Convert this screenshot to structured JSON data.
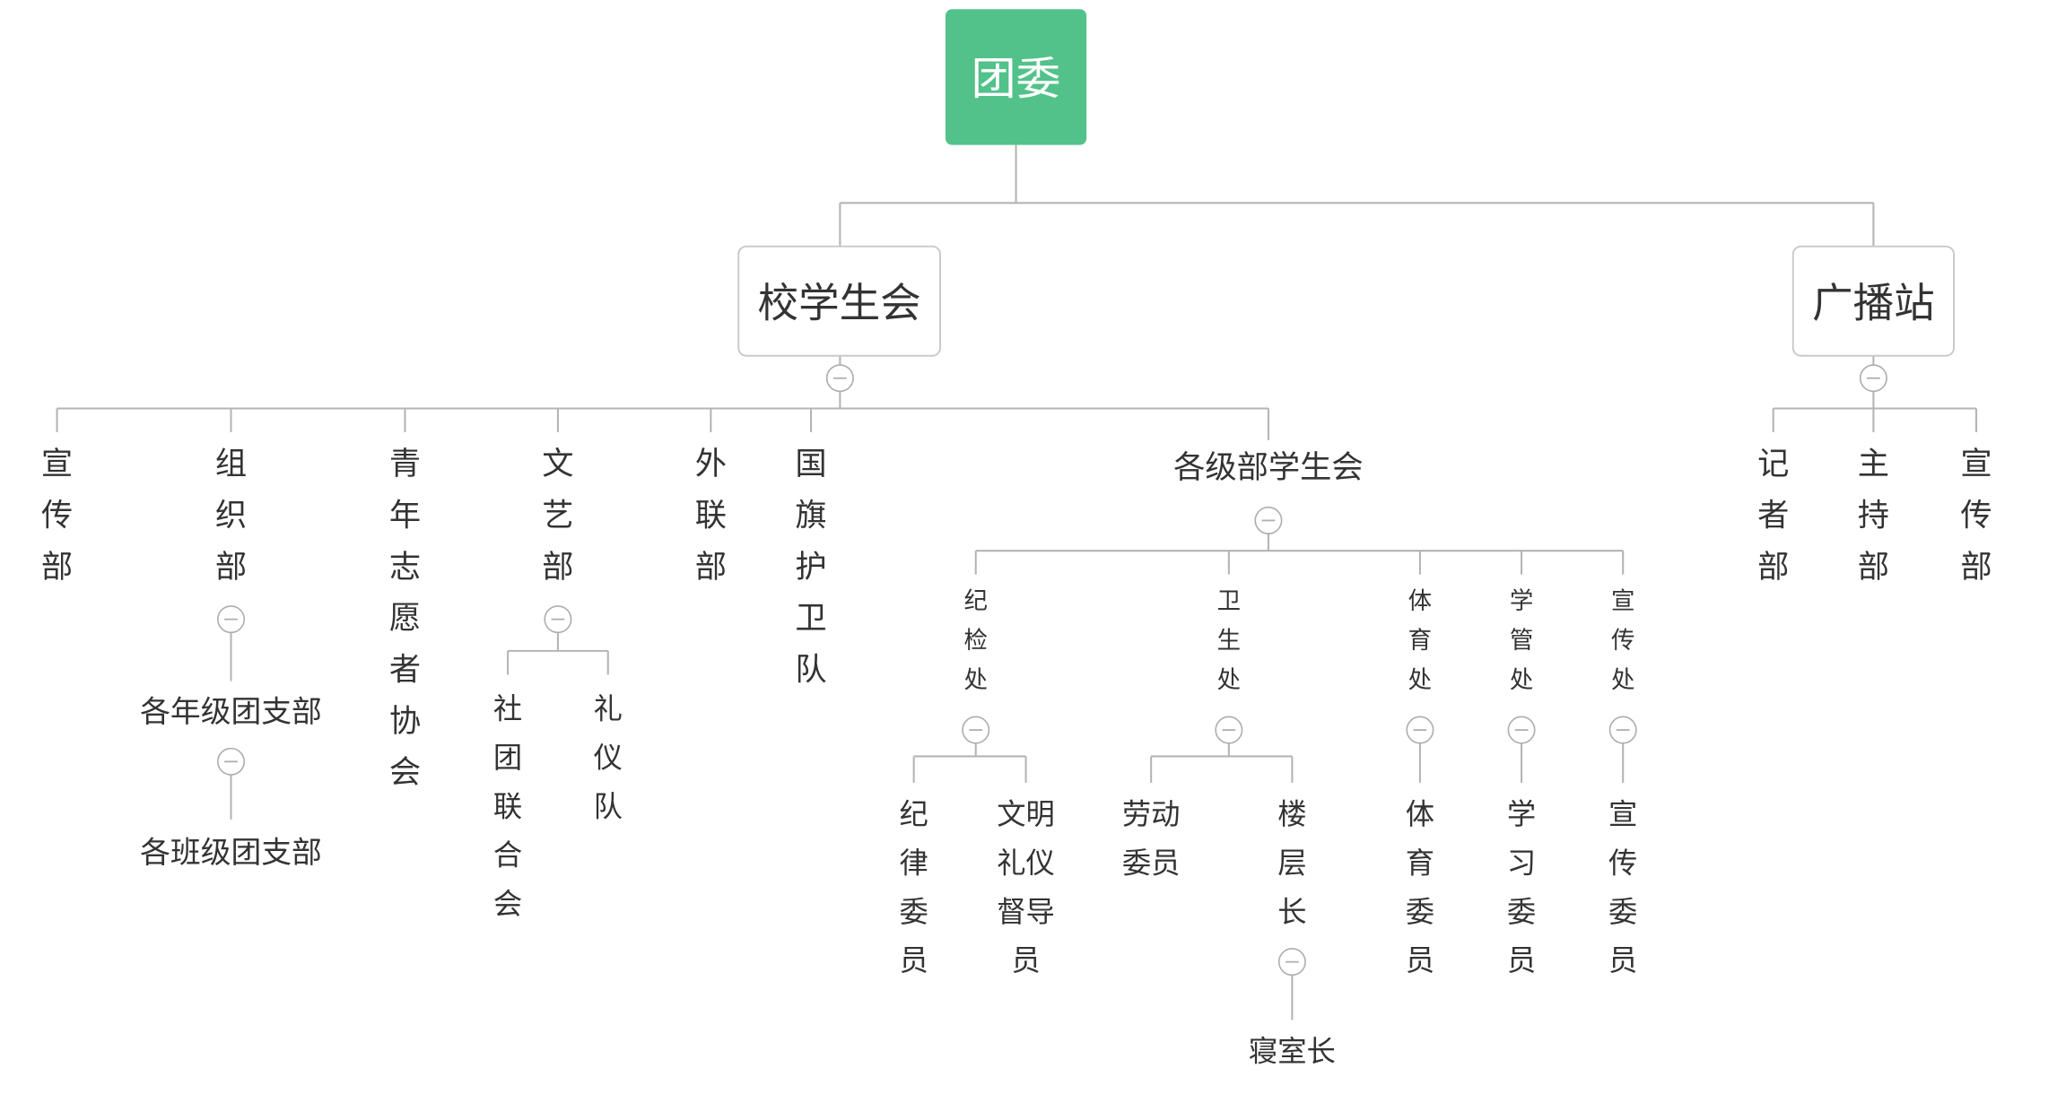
{
  "colors": {
    "root_fill": "#52C28A",
    "root_text": "#FFFFFF",
    "box_border": "#C9C9C9",
    "line": "#B4B4B4",
    "toggle": "#ADADAD",
    "text": "#333333"
  },
  "root": {
    "label": "团委"
  },
  "branches": [
    {
      "label": "校学生会",
      "children": [
        {
          "label": "宣传部"
        },
        {
          "label": "组织部",
          "children": [
            {
              "label": "各年级团支部",
              "children": [
                {
                  "label": "各班级团支部"
                }
              ]
            }
          ]
        },
        {
          "label": "青年志愿者协会"
        },
        {
          "label": "文艺部",
          "children": [
            {
              "label": "社团联合会"
            },
            {
              "label": "礼仪队"
            }
          ]
        },
        {
          "label": "外联部"
        },
        {
          "label": "国旗护卫队"
        },
        {
          "label": "各级部学生会",
          "children": [
            {
              "label": "纪检处",
              "children": [
                {
                  "label": "纪律委员"
                },
                {
                  "label": "文明礼仪督导员"
                }
              ]
            },
            {
              "label": "卫生处",
              "children": [
                {
                  "label": "劳动委员"
                },
                {
                  "label": "楼层长",
                  "children": [
                    {
                      "label": "寝室长"
                    }
                  ]
                }
              ]
            },
            {
              "label": "体育处",
              "children": [
                {
                  "label": "体育委员"
                }
              ]
            },
            {
              "label": "学管处",
              "children": [
                {
                  "label": "学习委员"
                }
              ]
            },
            {
              "label": "宣传处",
              "children": [
                {
                  "label": "宣传委员"
                }
              ]
            }
          ]
        }
      ]
    },
    {
      "label": "广播站",
      "children": [
        {
          "label": "记者部"
        },
        {
          "label": "主持部"
        },
        {
          "label": "宣传部"
        }
      ]
    }
  ]
}
